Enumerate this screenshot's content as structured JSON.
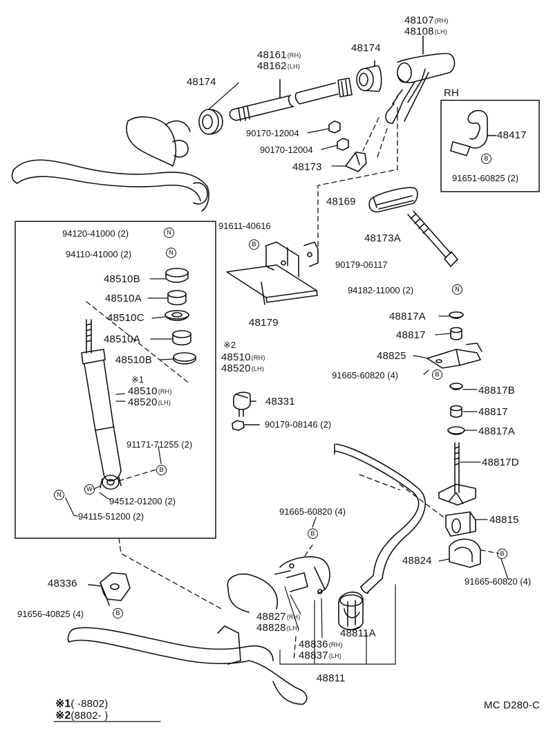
{
  "labels": {
    "p48107": "48107",
    "p48107_sfx": "(RH)",
    "p48108": "48108",
    "p48108_sfx": "(LH)",
    "p48174a": "48174",
    "p48161": "48161",
    "p48161_sfx": "(RH)",
    "p48162": "48162",
    "p48162_sfx": "(LH)",
    "p48174b": "48174",
    "p90170a": "90170-12004",
    "p90170b": "90170-12004",
    "p48173": "48173",
    "rh_title": "RH",
    "p48417": "48417",
    "p91651": "91651-60825 (2)",
    "p48169": "48169",
    "p91611": "91611-40616",
    "p48173A": "48173A",
    "p90179a": "90179-06117",
    "p94182": "94182-11000 (2)",
    "p48179": "48179",
    "p94120": "94120-41000 (2)",
    "p94110": "94110-41000 (2)",
    "p48510B": "48510B",
    "p48510A": "48510A",
    "p48510C": "48510C",
    "p48510A2": "48510A",
    "p48510B2": "48510B",
    "star2": "※2",
    "p48510r": "48510",
    "p48510r_sfx": "(RH)",
    "p48520r": "48520",
    "p48520r_sfx": "(LH)",
    "star1": "※1",
    "p48510l": "48510",
    "p48510l_sfx": "(RH)",
    "p48520l": "48520",
    "p48520l_sfx": "(LH)",
    "p48817A": "48817A",
    "p48817": "48817",
    "p48825": "48825",
    "p91665a": "91665-60820 (4)",
    "p48817B": "48817B",
    "p48817b2": "48817",
    "p48817A2": "48817A",
    "p48331": "48331",
    "p90179b": "90179-08146 (2)",
    "p91171": "91171-71255 (2)",
    "p48817D": "48817D",
    "p94512": "94512-01200 (2)",
    "p94115": "94115-51200 (2)",
    "p91665b": "91665-60820 (4)",
    "p48815": "48815",
    "p48824": "48824",
    "p91665c": "91665-60820 (4)",
    "p48336": "48336",
    "p91656": "91656-40825 (4)",
    "p48827": "48827",
    "p48827_sfx": "(RH)",
    "p48828": "48828",
    "p48828_sfx": "(LH)",
    "p48836": "48836",
    "p48836_sfx": "(RH)",
    "p48837": "48837",
    "p48837_sfx": "(LH)",
    "p48811A": "48811A",
    "p48811": "48811",
    "diagram_code": "MC D280-C"
  },
  "symbols": {
    "N": "N",
    "B": "B",
    "W": "W"
  },
  "footnotes": {
    "n1_mark": "※1",
    "n1_text": "(       -8802)",
    "n2_mark": "※2",
    "n2_text": "(8802-          )"
  }
}
